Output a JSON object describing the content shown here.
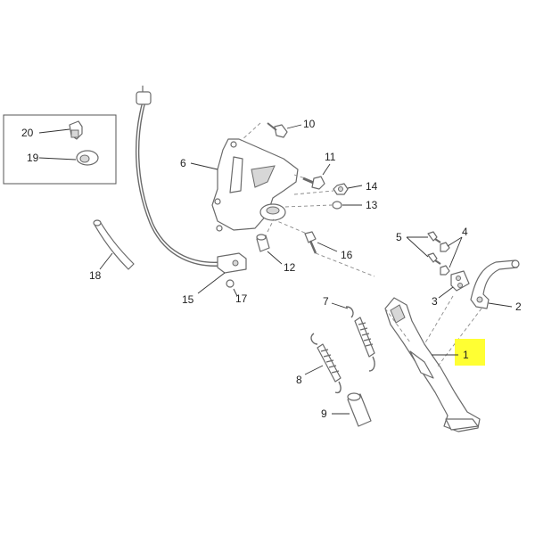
{
  "callouts": {
    "c1": "1",
    "c2": "2",
    "c3": "3",
    "c4": "4",
    "c5": "5",
    "c6": "6",
    "c7": "7",
    "c8": "8",
    "c9": "9",
    "c10": "10",
    "c11": "11",
    "c12": "12",
    "c13": "13",
    "c14": "14",
    "c15": "15",
    "c16": "16",
    "c17": "17",
    "c18": "18",
    "c19": "19",
    "c20": "20"
  },
  "colors": {
    "highlight": "#ffff33",
    "line": "#6a6a6a",
    "text": "#222222"
  }
}
